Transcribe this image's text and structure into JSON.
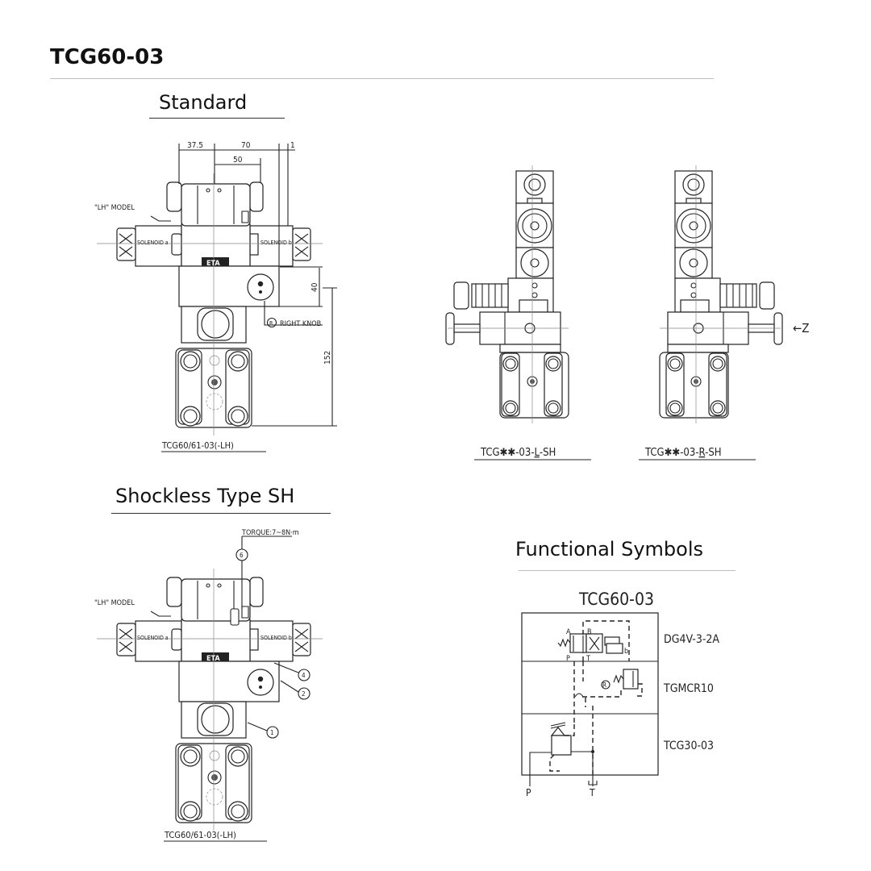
{
  "page_title": "TCG60-03",
  "sections": {
    "standard": "Standard",
    "shockless": "Shockless Type SH",
    "functional": "Functional Symbols"
  },
  "standard_drawing": {
    "dims": {
      "w_left": "37.5",
      "w_total": "70",
      "w_extra": "1",
      "w_inner": "50",
      "h_block": "40",
      "h_total": "152"
    },
    "lh_model": "\"LH\" MODEL",
    "solenoid_a": "SOLENOID a",
    "solenoid_b": "SOLENOID b",
    "brand": "ETA",
    "right_knob_symbol": "R",
    "right_knob": "RIGHT KNOB",
    "caption": "TCG60/61-03(-LH)"
  },
  "shockless_drawing": {
    "torque": "TORQUE:7~8N·m",
    "callouts": [
      "6",
      "4",
      "2",
      "1"
    ],
    "lh_model": "\"LH\" MODEL",
    "solenoid_a": "SOLENOID a",
    "solenoid_b": "SOLENOID b",
    "brand": "ETA",
    "caption": "TCG60/61-03(-LH)"
  },
  "sh_views": {
    "left_caption": {
      "pre": "TCG✱✱-03-",
      "key": "L",
      "post": "-SH"
    },
    "right_caption": {
      "pre": "TCG✱✱-03-",
      "key": "R",
      "post": "-SH"
    },
    "z_arrow": "←Z"
  },
  "symbols": {
    "title": "TCG60-03",
    "rows": [
      "DG4V-3-2A",
      "TGMCR10",
      "TCG30-03"
    ],
    "port_a": "A",
    "port_b": "B",
    "port_p_small": "P",
    "port_t_small": "T",
    "sol_b": "b",
    "r_mark": "R",
    "port_p": "P",
    "port_t": "T"
  }
}
